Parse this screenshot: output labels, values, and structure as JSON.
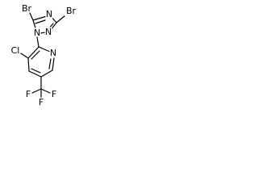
{
  "molecule": {
    "atoms": {
      "br_left": "Br",
      "br_right": "Br",
      "n_triazole_1": "N",
      "n_triazole_2": "N",
      "n_triazole_3": "N",
      "cl": "Cl",
      "n_pyridine": "N",
      "f_1": "F",
      "f_2": "F",
      "f_3": "F"
    }
  },
  "colors": {
    "bond": "#000000",
    "text": "#000000",
    "background": "#ffffff"
  }
}
